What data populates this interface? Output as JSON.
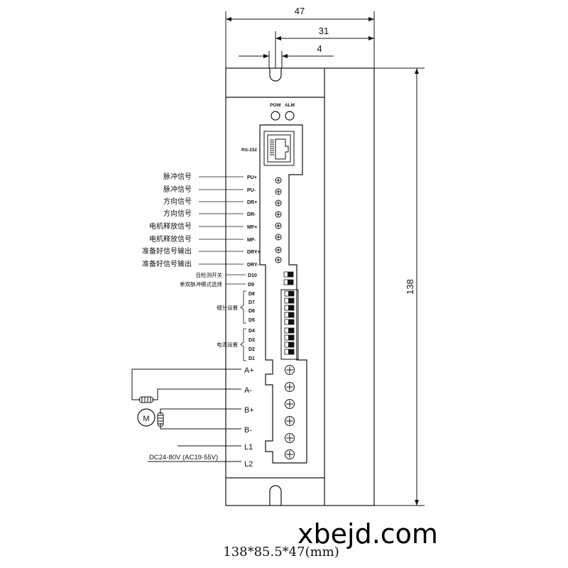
{
  "dimensions": {
    "total_width": "47",
    "body_width": "31",
    "slot_width": "4",
    "height": "138"
  },
  "leds": [
    "POW",
    "ALM"
  ],
  "port_label": "RS-232",
  "control_signals": [
    {
      "cn": "脉冲信号",
      "pin": "PU+"
    },
    {
      "cn": "脉冲信号",
      "pin": "PU-"
    },
    {
      "cn": "方向信号",
      "pin": "DR+"
    },
    {
      "cn": "方向信号",
      "pin": "DR-"
    },
    {
      "cn": "电机释放信号",
      "pin": "MF+"
    },
    {
      "cn": "电机释放信号",
      "pin": "MF-"
    },
    {
      "cn": "准备好信号输出",
      "pin": "DRY+"
    },
    {
      "cn": "准备好信号输出",
      "pin": "DRY-"
    }
  ],
  "dip_labels": {
    "d10": {
      "cn": "自检测开关",
      "pin": "D10"
    },
    "d9": {
      "cn": "单双脉冲模式选择",
      "pin": "D9"
    },
    "microstep": {
      "cn": "细分设置",
      "pins": [
        "D8",
        "D7",
        "D6",
        "D5"
      ]
    },
    "current": {
      "cn": "电流设置",
      "pins": [
        "D4",
        "D3",
        "D2",
        "D1"
      ]
    }
  },
  "power_terminals": [
    "A+",
    "A-",
    "B+",
    "B-",
    "L1",
    "L2"
  ],
  "motor_symbol": "M",
  "power_supply": "DC24-80V (AC19-55V)",
  "watermark": "xbejd.com",
  "caption": "138*85.5*47(mm)"
}
